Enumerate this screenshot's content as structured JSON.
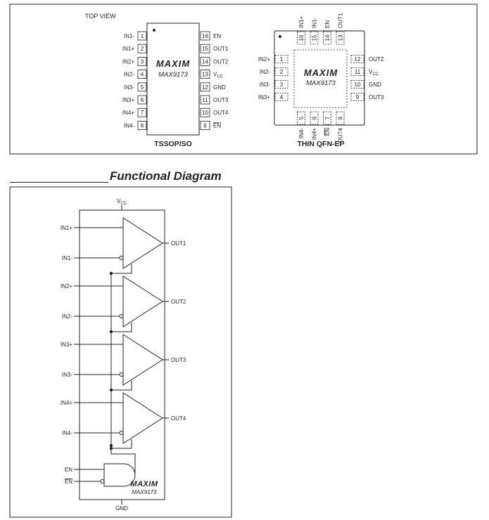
{
  "pinout": {
    "top_view_label": "TOP VIEW",
    "tssop": {
      "caption": "TSSOP/SO",
      "brand": "MAXIM",
      "part": "MAX9173",
      "left_pins": [
        {
          "num": "1",
          "name": "IN1-"
        },
        {
          "num": "2",
          "name": "IN1+"
        },
        {
          "num": "3",
          "name": "IN2+"
        },
        {
          "num": "4",
          "name": "IN2-"
        },
        {
          "num": "5",
          "name": "IN3-"
        },
        {
          "num": "6",
          "name": "IN3+"
        },
        {
          "num": "7",
          "name": "IN4+"
        },
        {
          "num": "8",
          "name": "IN4-"
        }
      ],
      "right_pins": [
        {
          "num": "16",
          "name": "EN"
        },
        {
          "num": "15",
          "name": "OUT1"
        },
        {
          "num": "14",
          "name": "OUT2"
        },
        {
          "num": "13",
          "name": "V",
          "sub": "CC"
        },
        {
          "num": "12",
          "name": "GND"
        },
        {
          "num": "11",
          "name": "OUT3"
        },
        {
          "num": "10",
          "name": "OUT4"
        },
        {
          "num": "9",
          "name": "EN",
          "overbar": true
        }
      ]
    },
    "qfn": {
      "caption": "THIN QFN-EP",
      "brand": "MAXIM",
      "part": "MAX9173",
      "left_pins": [
        {
          "num": "1",
          "name": "IN2+"
        },
        {
          "num": "2",
          "name": "IN2-"
        },
        {
          "num": "3",
          "name": "IN3-"
        },
        {
          "num": "4",
          "name": "IN3+"
        }
      ],
      "right_pins": [
        {
          "num": "12",
          "name": "OUT2"
        },
        {
          "num": "11",
          "name": "V",
          "sub": "CC"
        },
        {
          "num": "10",
          "name": "GND"
        },
        {
          "num": "9",
          "name": "OUT3"
        }
      ],
      "top_pins": [
        {
          "num": "16",
          "name": "IN1+"
        },
        {
          "num": "15",
          "name": "IN1-"
        },
        {
          "num": "14",
          "name": "EN"
        },
        {
          "num": "13",
          "name": "OUT1"
        }
      ],
      "bottom_pins": [
        {
          "num": "5",
          "name": "IN4-"
        },
        {
          "num": "6",
          "name": "IN4+"
        },
        {
          "num": "7",
          "name": "EN",
          "overbar": true
        },
        {
          "num": "8",
          "name": "OUT4"
        }
      ]
    }
  },
  "functional": {
    "heading": "Functional Diagram",
    "vcc": {
      "name": "V",
      "sub": "CC"
    },
    "gnd": "GND",
    "inputs": [
      "IN1+",
      "IN1-",
      "IN2+",
      "IN2-",
      "IN3+",
      "IN3-",
      "IN4+",
      "IN4-"
    ],
    "outputs": [
      "OUT1",
      "OUT2",
      "OUT3",
      "OUT4"
    ],
    "en": "EN",
    "en_bar": "EN",
    "brand": "MAXIM",
    "part": "MAX9173"
  }
}
